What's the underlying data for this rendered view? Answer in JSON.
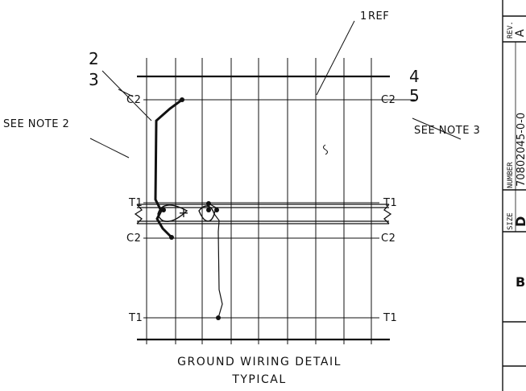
{
  "diagram": {
    "labels": {
      "ref": "REF",
      "ref_num": "1",
      "leader_left_top": "2",
      "leader_left_bottom": "3",
      "leader_right_top": "4",
      "leader_right_bottom": "5",
      "see_note_2": "SEE NOTE 2",
      "see_note_3": "SEE NOTE 3",
      "c2": "C2",
      "t1": "T1"
    },
    "caption": {
      "line1": "GROUND WIRING DETAIL",
      "line2": "TYPICAL"
    }
  },
  "title_block": {
    "rev_label": "REV.",
    "rev_value": "A",
    "number_label": "NUMBER",
    "number_value": "70802045-0-0",
    "size_label": "SIZE",
    "size_value": "D",
    "sheet_letter": "B"
  }
}
